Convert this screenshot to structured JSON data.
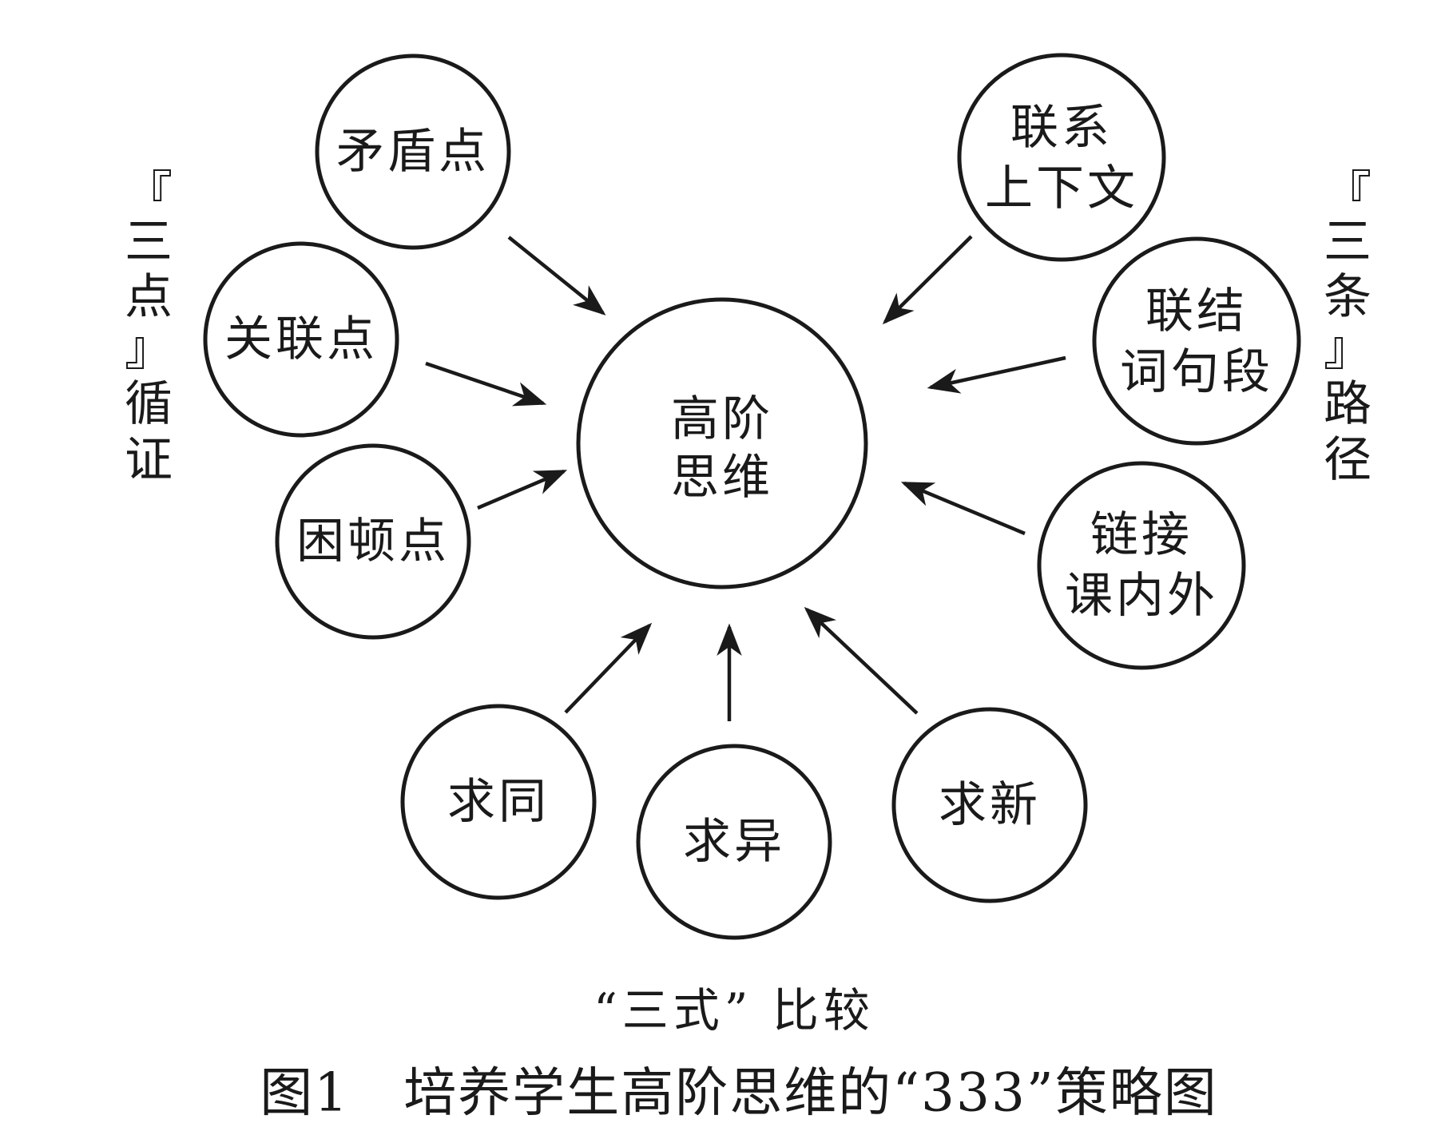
{
  "center": {
    "line1": "高阶",
    "line2": "思维"
  },
  "left_group": {
    "label_chars": [
      "『",
      "三",
      "点",
      "』",
      "循",
      "证"
    ],
    "nodes": [
      {
        "id": "maodun",
        "lines": [
          "矛盾点"
        ]
      },
      {
        "id": "guanlian",
        "lines": [
          "关联点"
        ]
      },
      {
        "id": "kundun",
        "lines": [
          "困顿点"
        ]
      }
    ]
  },
  "right_group": {
    "label_chars": [
      "『",
      "三",
      "条",
      "』",
      "路",
      "径"
    ],
    "nodes": [
      {
        "id": "lianxi",
        "lines": [
          "联系",
          "上下文"
        ]
      },
      {
        "id": "lianjie",
        "lines": [
          "联结",
          "词句段"
        ]
      },
      {
        "id": "lianjie2",
        "lines": [
          "链接",
          "课内外"
        ]
      }
    ]
  },
  "bottom_group": {
    "label": "“三式” 比较",
    "nodes": [
      {
        "id": "qiutong",
        "lines": [
          "求同"
        ]
      },
      {
        "id": "qiuyi",
        "lines": [
          "求异"
        ]
      },
      {
        "id": "qiuxin",
        "lines": [
          "求新"
        ]
      }
    ]
  },
  "caption": "图1　培养学生高阶思维的“333”策略图",
  "colors": {
    "stroke": "#1a1a1a",
    "background": "#ffffff"
  }
}
